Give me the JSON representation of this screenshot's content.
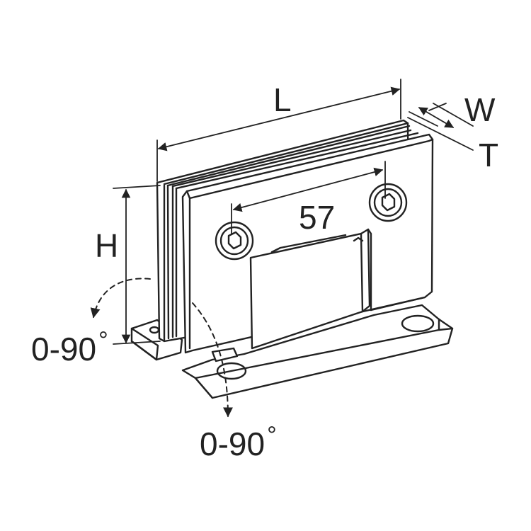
{
  "labels": {
    "length": "L",
    "width": "W",
    "thickness": "T",
    "height": "H",
    "hole_spacing": "57",
    "rotation_left": "0-90",
    "rotation_bottom": "0-90",
    "degree_symbol": "°"
  },
  "colors": {
    "stroke": "#222222",
    "fill": "#ffffff"
  }
}
